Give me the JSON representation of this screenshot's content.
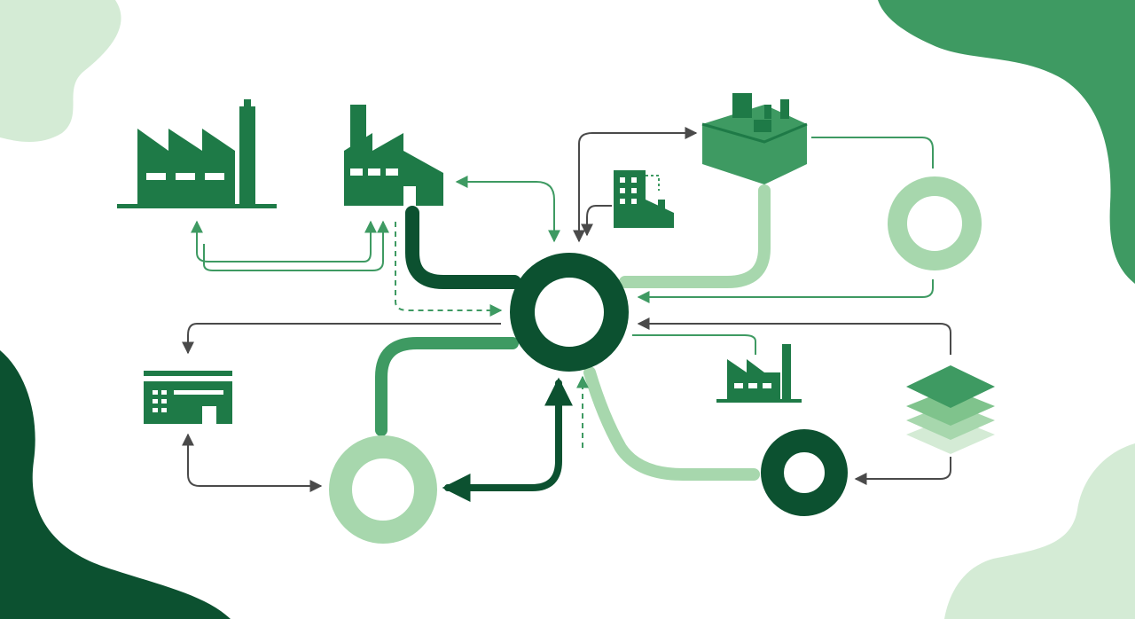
{
  "palette": {
    "dark_green": "#0c5130",
    "mid_green": "#1e7a47",
    "green": "#3e9a62",
    "light_green": "#a7d7ad",
    "pale_green": "#d4ebd5",
    "connector_grey": "#4a4a4a",
    "background": "#ffffff"
  },
  "diagram": {
    "hub": {
      "icon": "hub-ring-icon"
    },
    "nodes": [
      {
        "id": "factory-left",
        "icon": "factory-icon"
      },
      {
        "id": "factory-center",
        "icon": "factory-with-chimney-icon"
      },
      {
        "id": "office-building",
        "icon": "office-building-icon"
      },
      {
        "id": "industrial-block",
        "icon": "industrial-block-icon"
      },
      {
        "id": "ring-right",
        "icon": "ring-icon"
      },
      {
        "id": "warehouse",
        "icon": "warehouse-icon"
      },
      {
        "id": "ring-bottom",
        "icon": "ring-icon"
      },
      {
        "id": "factory-small",
        "icon": "small-factory-icon"
      },
      {
        "id": "layers-stack",
        "icon": "layers-stack-icon"
      },
      {
        "id": "ring-bottom-right",
        "icon": "ring-icon"
      }
    ]
  }
}
